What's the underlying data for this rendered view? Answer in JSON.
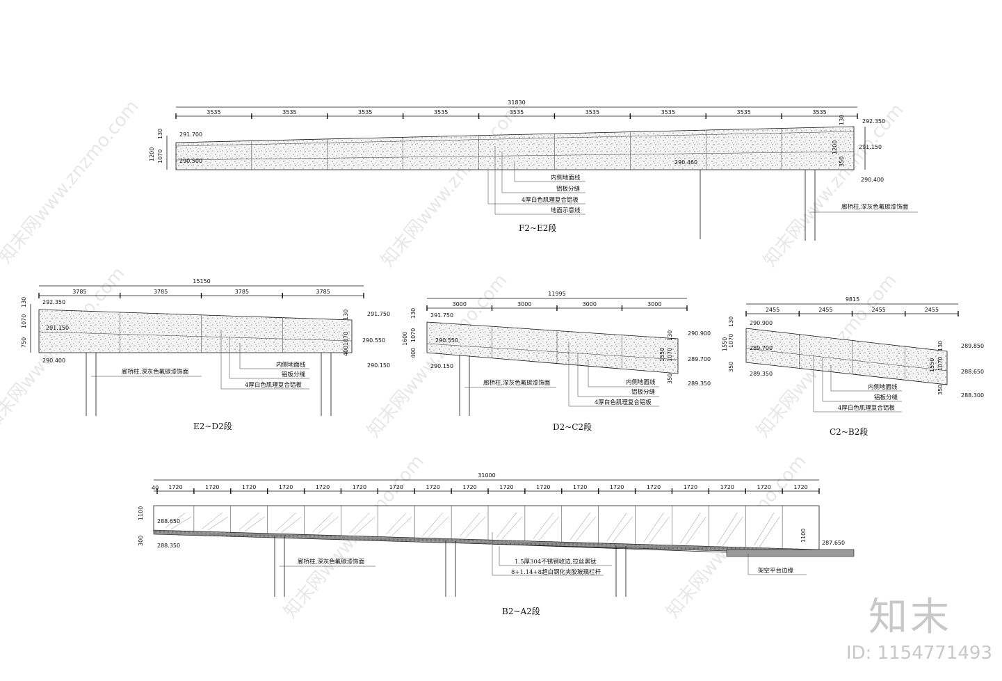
{
  "watermark": {
    "site": "知末网www.znzmo.com",
    "brand": "知末",
    "id_text": "ID: 1154771493"
  },
  "segments": [
    {
      "key": "f2e2",
      "title": "F2~E2段",
      "total": "31830",
      "spans": [
        "3535",
        "3535",
        "3535",
        "3535",
        "3535",
        "3535",
        "3535",
        "3535",
        "3535"
      ],
      "elev": [
        "291.700",
        "290.500",
        "290.460",
        "292.350",
        "291.150",
        "290.400"
      ],
      "heights": [
        "130",
        "1200",
        "1070",
        "130",
        "1200",
        "350"
      ],
      "notes": [
        "内侧地面线",
        "铝板分缝",
        "4厚白色肌理复合铝板",
        "地面示意线",
        "廊桥柱,深灰色氟碳漆饰面"
      ]
    },
    {
      "key": "e2d2",
      "title": "E2~D2段",
      "total": "15150",
      "spans": [
        "3785",
        "3785",
        "3785",
        "3785"
      ],
      "elev": [
        "292.350",
        "291.150",
        "290.400",
        "291.750",
        "290.550",
        "290.150"
      ],
      "heights": [
        "130",
        "1070",
        "750",
        "130",
        "1070",
        "400"
      ],
      "notes": [
        "廊桥柱,深灰色氟碳漆饰面",
        "内侧地面线",
        "铝板分缝",
        "4厚白色肌理复合铝板"
      ]
    },
    {
      "key": "d2c2",
      "title": "D2~C2段",
      "total": "11995",
      "spans": [
        "3000",
        "3000",
        "3000",
        "3000"
      ],
      "elev": [
        "291.750",
        "290.550",
        "290.150",
        "290.900",
        "289.700",
        "289.350"
      ],
      "heights": [
        "130",
        "1600",
        "1070",
        "400",
        "130",
        "1550",
        "1070",
        "350"
      ],
      "notes": [
        "廊桥柱,深灰色氟碳漆饰面",
        "内侧地面线",
        "铝板分缝",
        "4厚白色肌理复合铝板"
      ]
    },
    {
      "key": "c2b2",
      "title": "C2~B2段",
      "total": "9815",
      "spans": [
        "2455",
        "2455",
        "2455",
        "2455"
      ],
      "elev": [
        "290.900",
        "289.700",
        "289.350",
        "289.850",
        "288.650",
        "288.300"
      ],
      "heights": [
        "130",
        "1550",
        "1070",
        "350",
        "130",
        "1550",
        "1070",
        "350"
      ],
      "notes": [
        "内侧地面线",
        "铝板分缝",
        "4厚白色肌理复合铝板"
      ]
    },
    {
      "key": "b2a2",
      "title": "B2~A2段",
      "total": "31000",
      "spans": [
        "1720",
        "1720",
        "1720",
        "1720",
        "1720",
        "1720",
        "1720",
        "1720",
        "1720",
        "1720",
        "1720",
        "1720",
        "1720",
        "1720",
        "1720",
        "1720",
        "1720",
        "1720"
      ],
      "lead": "40",
      "elev": [
        "288.650",
        "288.350",
        "287.650"
      ],
      "heights": [
        "1100",
        "300",
        "1100"
      ],
      "notes": [
        "廊桥柱,深灰色氟碳漆饰面",
        "1.5厚304不锈钢收边,拉丝黑钛",
        "8+1.14+8超白钢化夹胶玻璃栏杆",
        "架空平台边缘"
      ]
    }
  ]
}
